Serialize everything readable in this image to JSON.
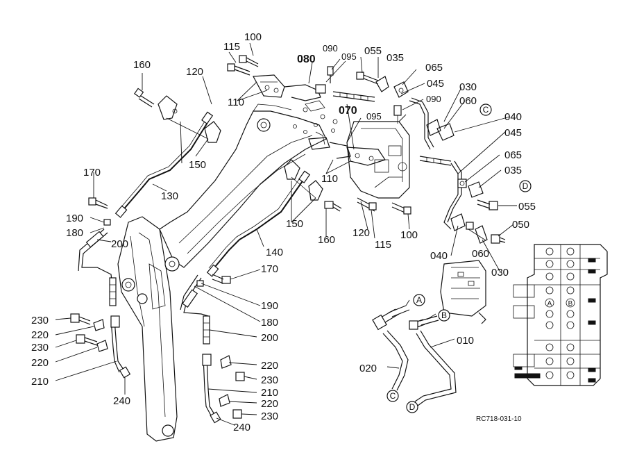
{
  "drawing_ref": "RC718-031-10",
  "connection_letters": [
    "A",
    "B",
    "C",
    "D"
  ],
  "parts": {
    "p010": "010",
    "p020": "020",
    "p030": "030",
    "p035": "035",
    "p040": "040",
    "p045": "045",
    "p050": "050",
    "p055": "055",
    "p060": "060",
    "p065": "065",
    "p070": "070",
    "p080": "080",
    "p090": "090",
    "p095": "095",
    "p100": "100",
    "p110": "110",
    "p115": "115",
    "p120": "120",
    "p130": "130",
    "p140": "140",
    "p150": "150",
    "p160": "160",
    "p170": "170",
    "p180": "180",
    "p190": "190",
    "p200": "200",
    "p210": "210",
    "p220": "220",
    "p230": "230",
    "p240": "240"
  }
}
